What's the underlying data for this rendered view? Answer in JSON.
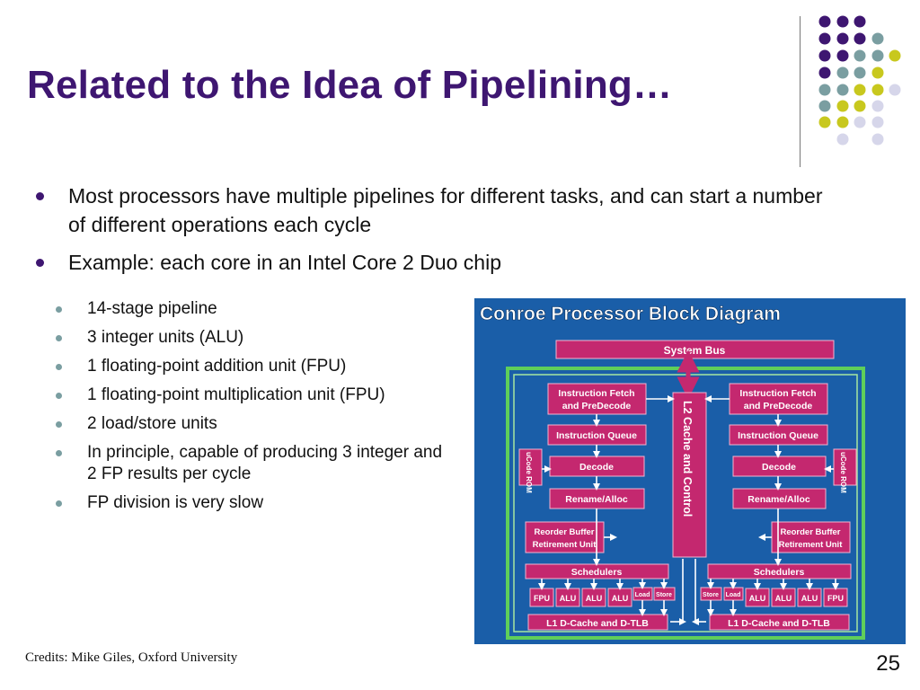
{
  "slide": {
    "title": "Related to the Idea of Pipelining…",
    "bullets": [
      "Most processors have multiple pipelines for different tasks, and can start a number of different operations each cycle",
      "Example: each core in an Intel Core 2 Duo chip"
    ],
    "sub_bullets": [
      "14-stage pipeline",
      "3 integer units (ALU)",
      "1 floating-point addition unit (FPU)",
      "1 floating-point multiplication unit (FPU)",
      "2 load/store units",
      "In principle, capable of producing 3 integer and 2 FP results per cycle",
      "FP division is very slow"
    ],
    "credits": "Credits: Mike Giles, Oxford University",
    "slide_number": "25"
  },
  "diagram": {
    "title": "Conroe Processor Block Diagram",
    "system_bus": "System Bus",
    "l2_cache": "L2 Cache and Control",
    "fetch_line1": "Instruction Fetch",
    "fetch_line2": "and PreDecode",
    "instruction_queue": "Instruction Queue",
    "decode": "Decode",
    "ucode_rom": "uCode ROM",
    "rename_alloc": "Rename/Alloc",
    "reorder_line1": "Reorder Buffer",
    "reorder_line2": "Retirement Unit",
    "schedulers": "Schedulers",
    "fpu": "FPU",
    "alu": "ALU",
    "load": "Load",
    "store": "Store",
    "l1_cache": "L1 D-Cache and D-TLB"
  },
  "colors": {
    "title": "#3e1671",
    "bullet": "#3e1671",
    "sub_bullet": "#7a9ea1",
    "diagram_bg": "#1a5ea8",
    "block": "#c4286f",
    "block_border": "#f3b3cf",
    "green_frame": "#5fcf5a"
  }
}
